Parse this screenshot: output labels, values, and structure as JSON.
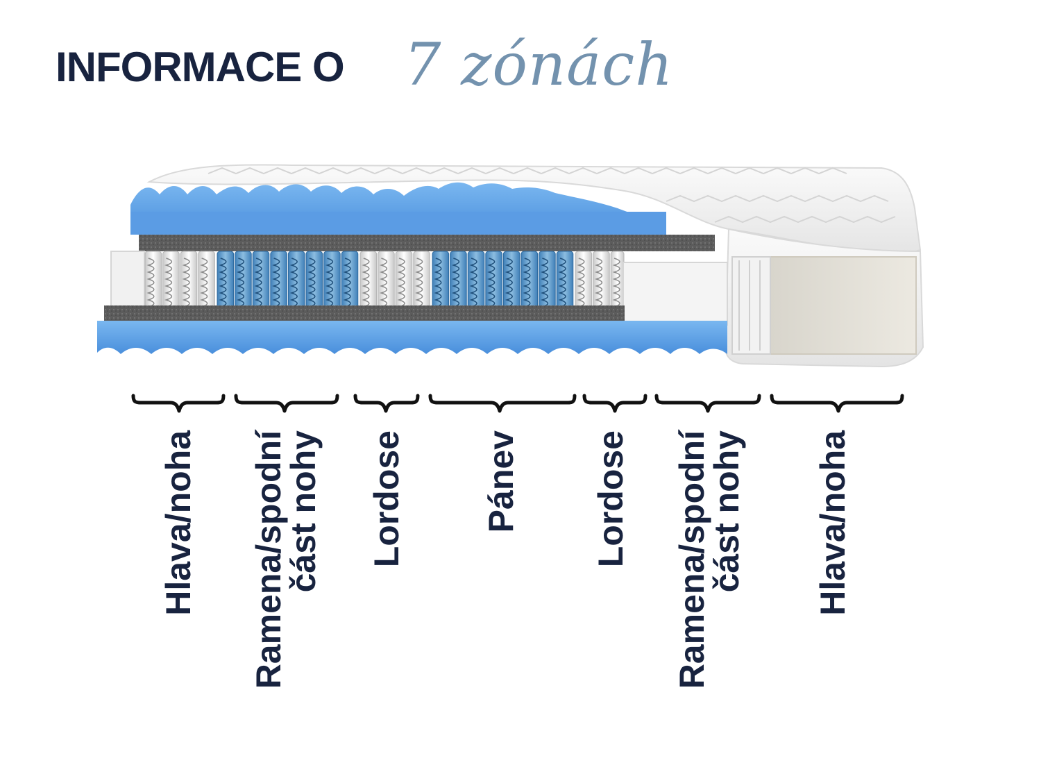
{
  "title": {
    "main": "INFORMACE O",
    "script": "7 zónách"
  },
  "colors": {
    "text_dark": "#18233f",
    "script_blue": "#7392ae",
    "foam_blue": "#5a9fe6",
    "spring_blue": "#4d8fc8",
    "felt_grey": "#5a5a5a",
    "cover_white": "#f4f4f4"
  },
  "zones": [
    {
      "lines": [
        "Hlava/noha"
      ]
    },
    {
      "lines": [
        "Ramena/spodní",
        "část nohy"
      ]
    },
    {
      "lines": [
        "Lordose"
      ]
    },
    {
      "lines": [
        "Pánev"
      ]
    },
    {
      "lines": [
        "Lordose"
      ]
    },
    {
      "lines": [
        "Ramena/spodní",
        "část nohy"
      ]
    },
    {
      "lines": [
        "Hlava/noha"
      ]
    }
  ]
}
